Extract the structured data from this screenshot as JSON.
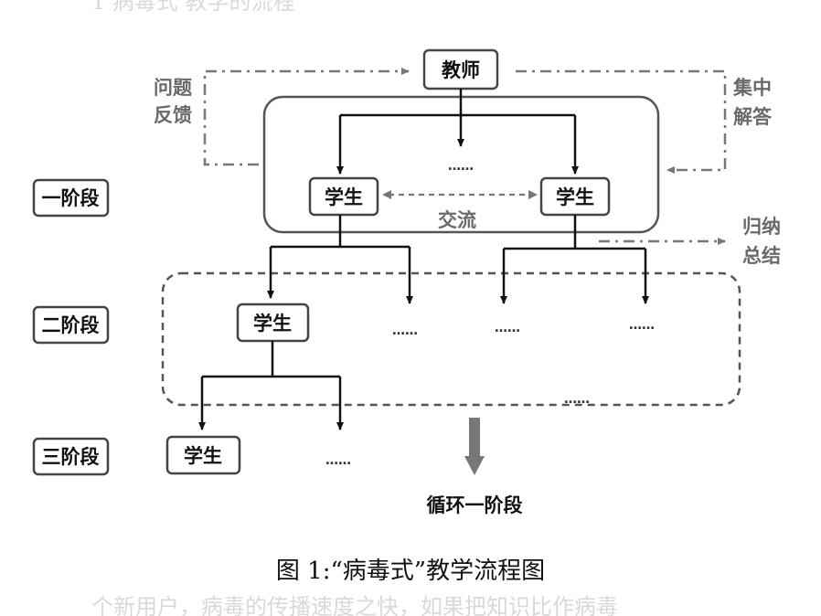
{
  "top_faint_text": "1 病毒式 教学的流程",
  "bottom_faint_text": "个新用户，病毒的传播速度之快，如果把知识比作病毒",
  "teacher": "教师",
  "student": "学生",
  "ellipsis": "……",
  "exchange": "交流",
  "feedback": [
    "问题",
    "反馈"
  ],
  "answer": [
    "集中",
    "解答"
  ],
  "summary": [
    "归纳",
    "总结"
  ],
  "stages": [
    "一阶段",
    "二阶段",
    "三阶段"
  ],
  "loop": "循环一阶段",
  "caption": "图 1:“病毒式”教学流程图"
}
